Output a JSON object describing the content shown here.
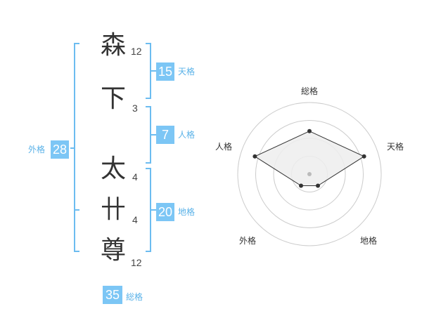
{
  "characters": [
    {
      "char": "森",
      "strokes": "12"
    },
    {
      "char": "下",
      "strokes": "3"
    },
    {
      "char": "太",
      "strokes": "4"
    },
    {
      "char": "卄",
      "strokes": "4"
    },
    {
      "char": "尊",
      "strokes": "12"
    }
  ],
  "fortunes": {
    "tenkaku": {
      "value": "15",
      "label": "天格"
    },
    "jinkaku": {
      "value": "7",
      "label": "人格"
    },
    "chikaku": {
      "value": "20",
      "label": "地格"
    },
    "gaikaku": {
      "value": "28",
      "label": "外格"
    },
    "soukaku": {
      "value": "35",
      "label": "総格"
    }
  },
  "chart_data": {
    "type": "radar",
    "axes": [
      "総格",
      "天格",
      "地格",
      "外格",
      "人格"
    ],
    "values": [
      0.6,
      0.8,
      0.2,
      0.2,
      0.8
    ],
    "max": 1.0,
    "rings": 4,
    "grid": true,
    "colors": {
      "fill": "#ededed",
      "stroke": "#333333",
      "ring": "#cccccc",
      "point": "#333333",
      "center": "#bbbbbb"
    }
  },
  "colors": {
    "accent": "#7cc6f5",
    "bracket": "#6cbcf0"
  }
}
